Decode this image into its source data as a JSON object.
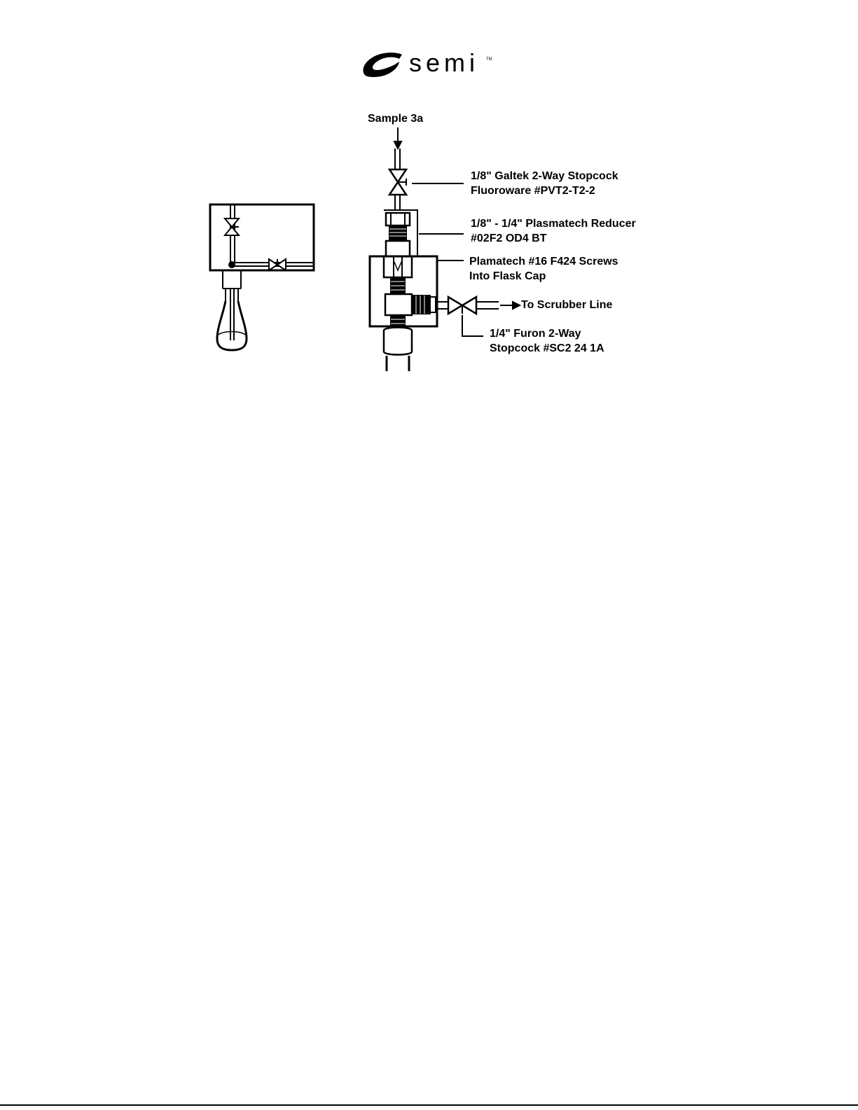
{
  "logo": {
    "wordmark": "semi",
    "tm": "TM"
  },
  "diagram": {
    "labels": {
      "sample_inlet": "Sample 3a",
      "stopcock_small_line1": "1/8\" Galtek 2-Way Stopcock",
      "stopcock_small_line2": "Fluoroware #PVT2-T2-2",
      "reducer_line1": "1/8\" - 1/4\" Plasmatech Reducer",
      "reducer_line2": "#02F2 OD4 BT",
      "fitting_line1": "Plamatech #16 F424 Screws",
      "fitting_line2": "Into Flask Cap",
      "scrubber": "To Scrubber Line",
      "stopcock_large_line1": "1/4\" Furon 2-Way",
      "stopcock_large_line2": "Stopcock #SC2 24 1A"
    }
  }
}
